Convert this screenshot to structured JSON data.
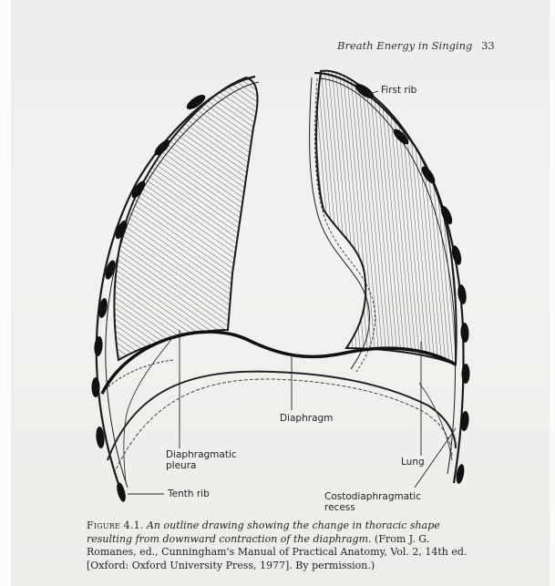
{
  "header": {
    "running_title": "Breath Energy in Singing",
    "page_number": "33"
  },
  "labels": {
    "first_rib": "First rib",
    "diaphragm": "Diaphragm",
    "diaphragmatic_pleura_line1": "Diaphragmatic",
    "diaphragmatic_pleura_line2": "pleura",
    "lung": "Lung",
    "tenth_rib": "Tenth rib",
    "costodiaphragmatic_line1": "Costodiaphragmatic",
    "costodiaphragmatic_line2": "recess"
  },
  "caption": {
    "figure_label": "Figure 4.1.",
    "italic_text": "An outline drawing showing the change in thoracic shape resulting from downward contraction of the diaphragm.",
    "roman_text": "(From J. G. Romanes, ed., Cunningham's Manual of Practical Anatomy, Vol. 2, 14th ed. [Oxford: Oxford University Press, 1977]. By permission.)"
  }
}
